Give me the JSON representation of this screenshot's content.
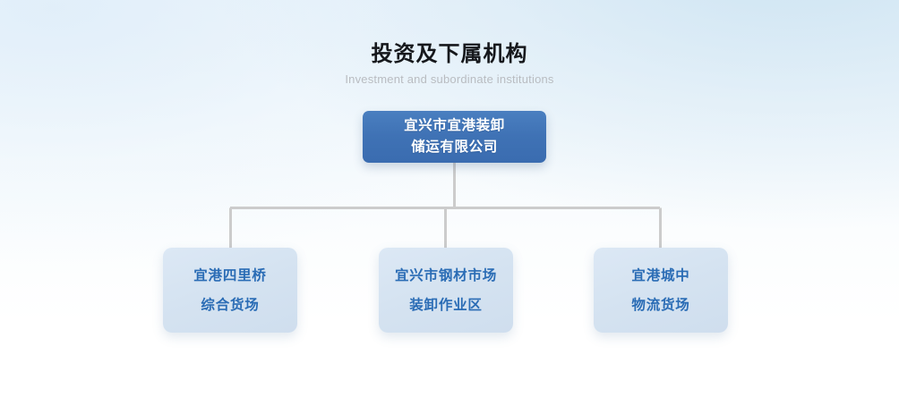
{
  "heading": {
    "title": "投资及下属机构",
    "subtitle": "Investment and subordinate institutions"
  },
  "org_chart": {
    "root": {
      "lines": [
        "宜兴市宜港装卸",
        "储运有限公司"
      ],
      "background_color": "#3f72b5",
      "text_color": "#ffffff"
    },
    "children": [
      {
        "lines": [
          "宜港四里桥",
          "综合货场"
        ],
        "background_color": "#d5e3f1",
        "text_color": "#2a6cb5"
      },
      {
        "lines": [
          "宜兴市钢材市场",
          "装卸作业区"
        ],
        "background_color": "#d5e3f1",
        "text_color": "#2a6cb5"
      },
      {
        "lines": [
          "宜港城中",
          "物流货场"
        ],
        "background_color": "#d5e3f1",
        "text_color": "#2a6cb5"
      }
    ],
    "connector_color": "#cccccc"
  },
  "colors": {
    "accent_blue": "#3f72b5",
    "node_light_blue": "#d5e3f1",
    "title_text": "#16181c",
    "subtitle_text": "#b9bcc1",
    "page_background": "#ffffff"
  }
}
